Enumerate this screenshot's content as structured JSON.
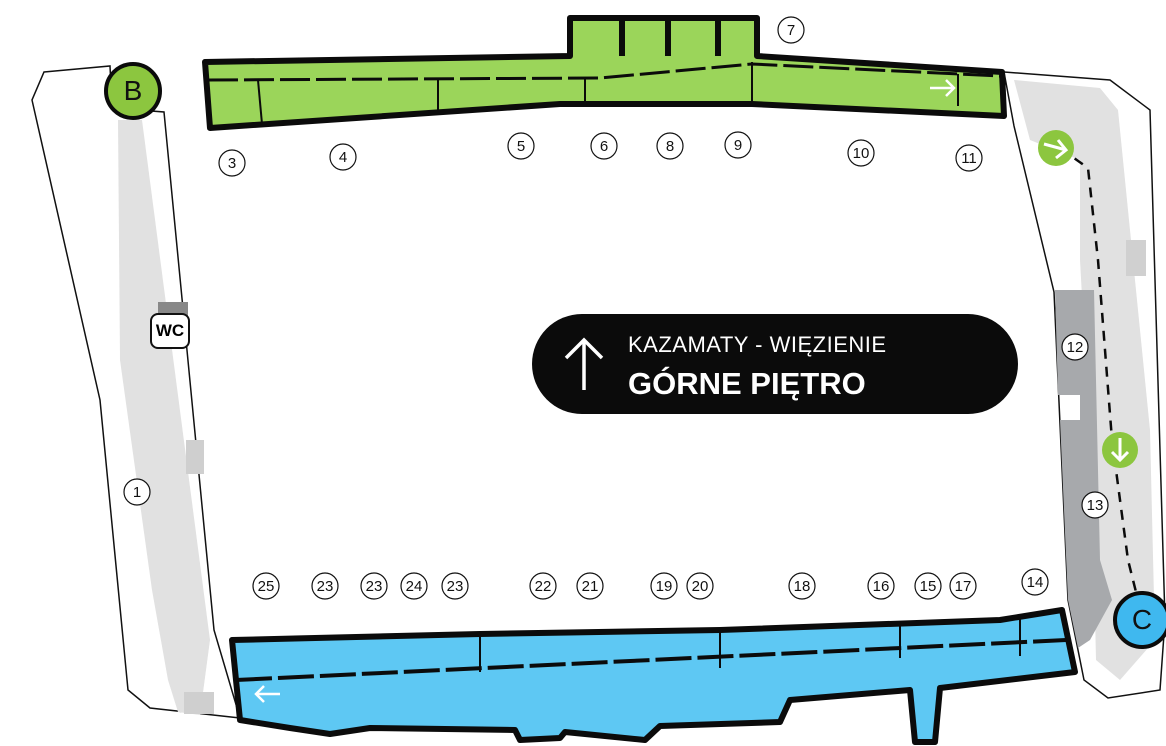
{
  "title": {
    "subtitle": "KAZAMATY - WIĘZIENIE",
    "main": "GÓRNE PIĘTRO"
  },
  "entrances": [
    {
      "label": "B"
    },
    {
      "label": "C"
    }
  ],
  "wc_label": "WC",
  "room_labels": {
    "n1": "1",
    "n3": "3",
    "n4": "4",
    "n5": "5",
    "n6": "6",
    "n7": "7",
    "n8": "8",
    "n9": "9",
    "n10": "10",
    "n11": "11",
    "n12": "12",
    "n13": "13",
    "n14": "14",
    "n15": "15",
    "n16": "16",
    "n17": "17",
    "n18": "18",
    "n19": "19",
    "n20": "20",
    "n21": "21",
    "n22": "22",
    "n23": "23",
    "n24": "24",
    "n25": "25"
  },
  "colors": {
    "green": "#9bd55a",
    "blue": "#5ec8f3",
    "gray": "#a7a9ac",
    "light": "#e1e1e1",
    "ink": "#0b0b0b"
  }
}
